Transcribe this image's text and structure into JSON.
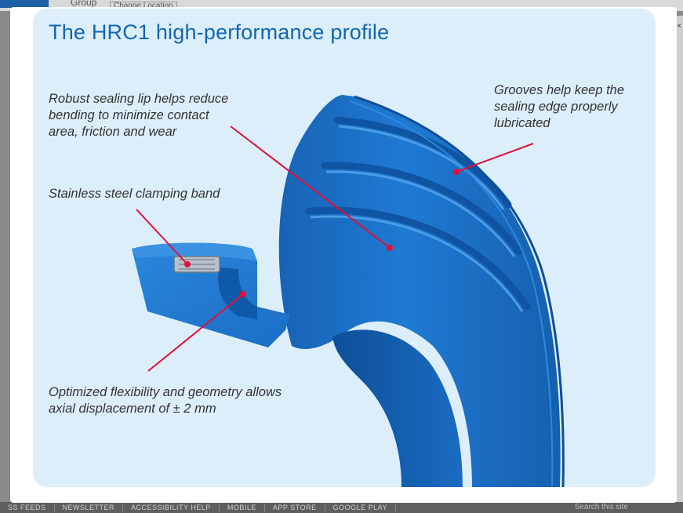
{
  "background_page": {
    "header_group": "Group",
    "change_location": "Change Location",
    "footer_links": [
      "SS FEEDS",
      "NEWSLETTER",
      "ACCESSIBILITY HELP",
      "MOBILE",
      "APP STORE",
      "GOOGLE PLAY"
    ],
    "search_placeholder": "Search this site"
  },
  "lightbox": {
    "title": "The HRC1 high-performance profile",
    "annotations": {
      "sealing_lip": "Robust sealing lip helps reduce\nbending to minimize contact\narea, friction and wear",
      "grooves": "Grooves help keep the\nsealing edge properly\nlubricated",
      "clamping_band": "Stainless steel clamping band",
      "flexibility": "Optimized flexibility and geometry allows\naxial displacement of ± 2 mm"
    }
  },
  "colors": {
    "panel_background": "#ddeefb",
    "title_blue": "#1067b3",
    "seal_blue": "#1f78d1",
    "pointer_red": "#e0103a"
  }
}
